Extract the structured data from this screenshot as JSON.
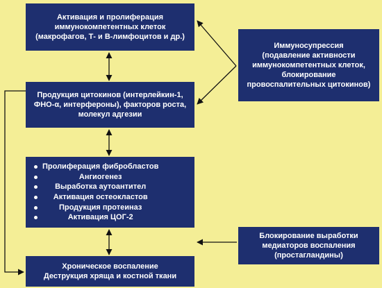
{
  "boxes": {
    "activation": {
      "lines": [
        "Активация и пролиферация",
        "иммунокомпетентных клеток",
        "(макрофагов, Т- и В-лимфоцитов и др.)"
      ]
    },
    "cytokines": {
      "lines": [
        "Продукция цитокинов (интерлейкин-1,",
        "ФНО-α, интерфероны), факторов роста,",
        "молекул адгезии"
      ]
    },
    "processes": {
      "items": [
        "Пролиферация фибробластов",
        "Ангиогенез",
        "Выработка аутоантител",
        "Активация остеокластов",
        "Продукция протеиназ",
        "Активация ЦОГ-2"
      ]
    },
    "chronic": {
      "lines": [
        "Хроническое воспаление",
        "Деструкция хряща и костной ткани"
      ]
    },
    "immunosuppression": {
      "lines": [
        "Иммуносупрессия",
        "(подавление активности",
        "иммунокомпетентных клеток,",
        "блокирование",
        "провоспалительных цитокинов)"
      ]
    },
    "blocking": {
      "lines": [
        "Блокирование выработки",
        "медиаторов воспаления",
        "(простагландины)"
      ]
    }
  },
  "colors": {
    "background": "#f4ee96",
    "box": "#1e2f6f",
    "text": "#ffffff",
    "arrow": "#111111"
  }
}
